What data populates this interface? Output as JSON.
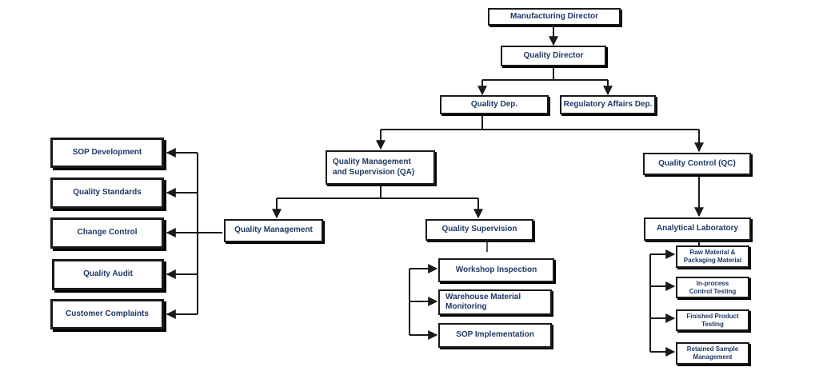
{
  "colors": {
    "text": "#1f3864",
    "line": "#1a1a1a"
  },
  "nodes": {
    "manufacturing_director": "Manufacturing Director",
    "quality_director": "Quality Director",
    "quality_dep": "Quality Dep.",
    "regulatory_affairs": "Regulatory Affairs Dep.",
    "qa": "Quality Management\nand Supervision (QA)",
    "qc": "Quality Control (QC)",
    "quality_management": "Quality Management",
    "quality_supervision": "Quality Supervision",
    "analytical_laboratory": "Analytical Laboratory",
    "sop_development": "SOP Development",
    "quality_standards": "Quality Standards",
    "change_control": "Change Control",
    "quality_audit": "Quality Audit",
    "customer_complaints": "Customer Complaints",
    "workshop_inspection": "Workshop Inspection",
    "warehouse_monitoring": "Warehouse Material\nMonitoring",
    "sop_implementation": "SOP Implementation",
    "raw_material": "Raw Material &\nPackaging Material",
    "in_process": "In-process\nControl Testing",
    "finished_product": "Finished Product\nTesting",
    "retained_sample": "Retained Sample\nManagement"
  }
}
